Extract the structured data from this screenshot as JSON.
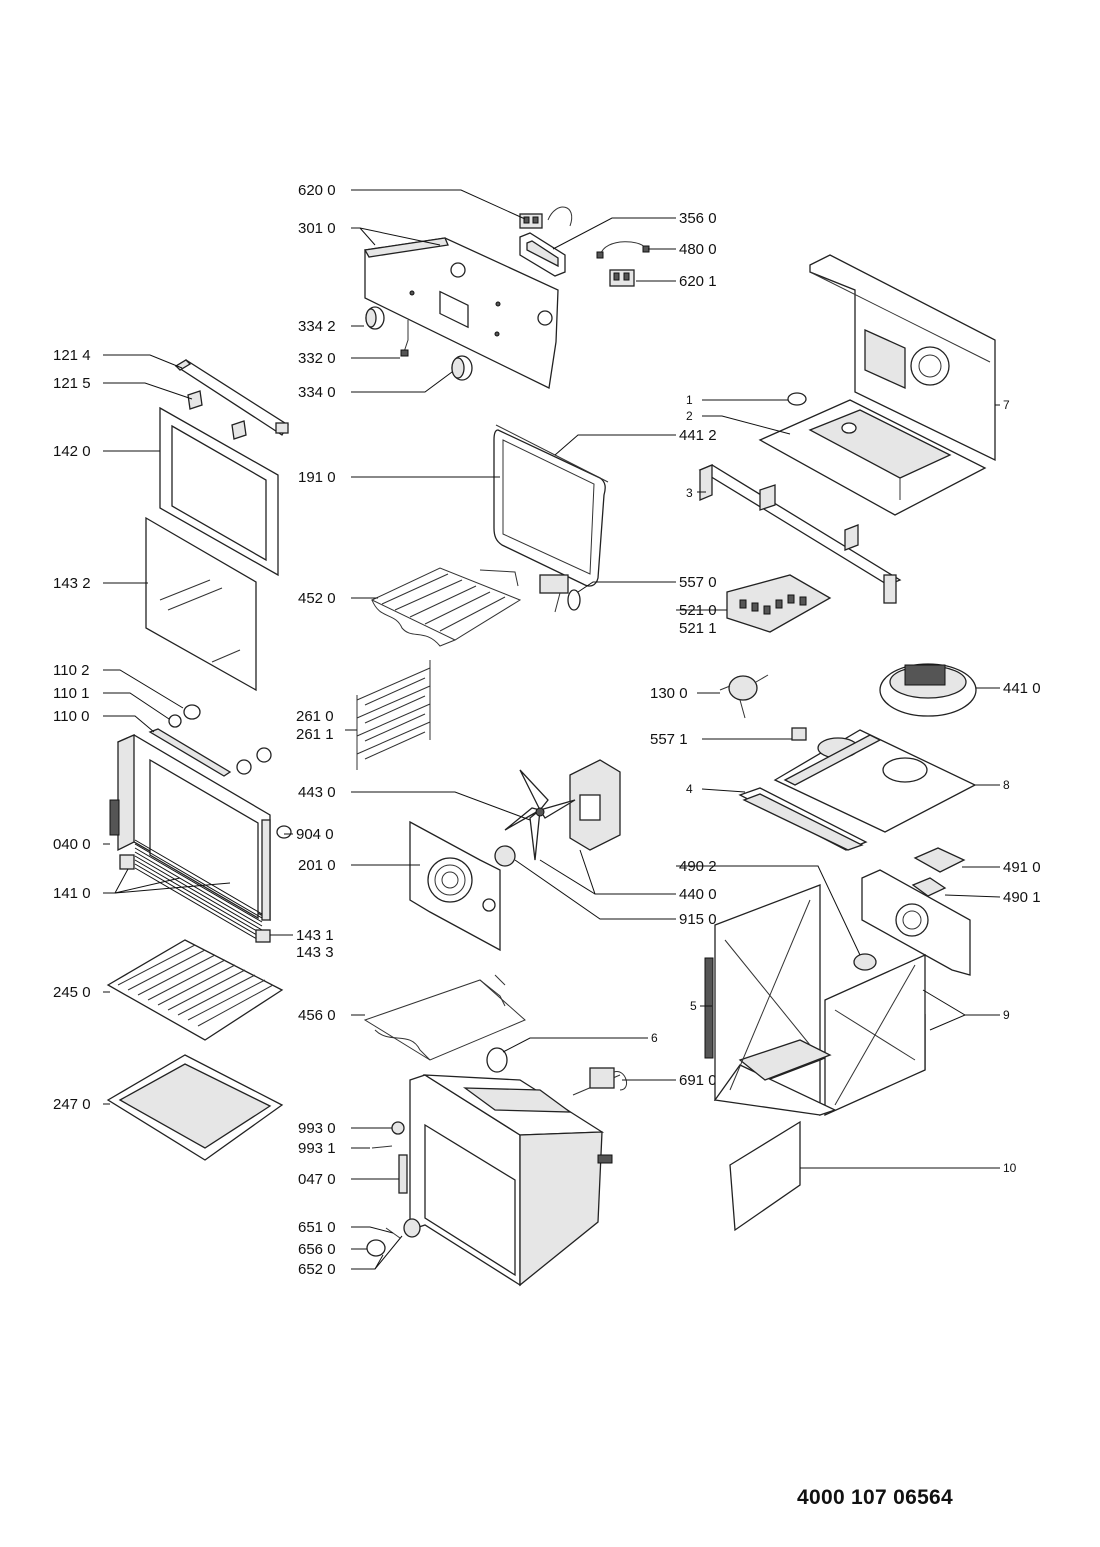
{
  "document_number": "4000 107 06564",
  "callouts": {
    "c6200": "620 0",
    "c3010": "301 0",
    "c3560": "356 0",
    "c4800": "480 0",
    "c6201": "620 1",
    "c3342": "334 2",
    "c3320": "332 0",
    "c3340": "334 0",
    "c1214": "121 4",
    "c1215": "121 5",
    "c1420": "142 0",
    "c1432": "143 2",
    "c1910": "191 0",
    "c4412": "441 2",
    "c4520": "452 0",
    "c5570": "557 0",
    "c5210": "521 0",
    "c5211": "521 1",
    "c1102": "110 2",
    "c1101": "110 1",
    "c1100": "110 0",
    "c2610": "261 0",
    "c2611": "261 1",
    "c1300": "130 0",
    "c4410": "441 0",
    "c5571": "557 1",
    "c4430": "443 0",
    "c0400": "040 0",
    "c9040": "904 0",
    "c2010": "201 0",
    "c1410": "141 0",
    "c4902": "490 2",
    "c4910": "491 0",
    "c4400": "440 0",
    "c4901": "490 1",
    "c9150": "915 0",
    "c1431": "143 1",
    "c1433": "143 3",
    "c2450": "245 0",
    "c4560": "456 0",
    "c2470": "247 0",
    "c6910": "691 0",
    "c9930": "993 0",
    "c9931": "993 1",
    "c0470": "047 0",
    "c6510": "651 0",
    "c6560": "656 0",
    "c6520": "652 0",
    "n1": "1",
    "n2": "2",
    "n3": "3",
    "n4": "4",
    "n5": "5",
    "n6": "6",
    "n7": "7",
    "n8": "8",
    "n9": "9",
    "n10": "10"
  }
}
